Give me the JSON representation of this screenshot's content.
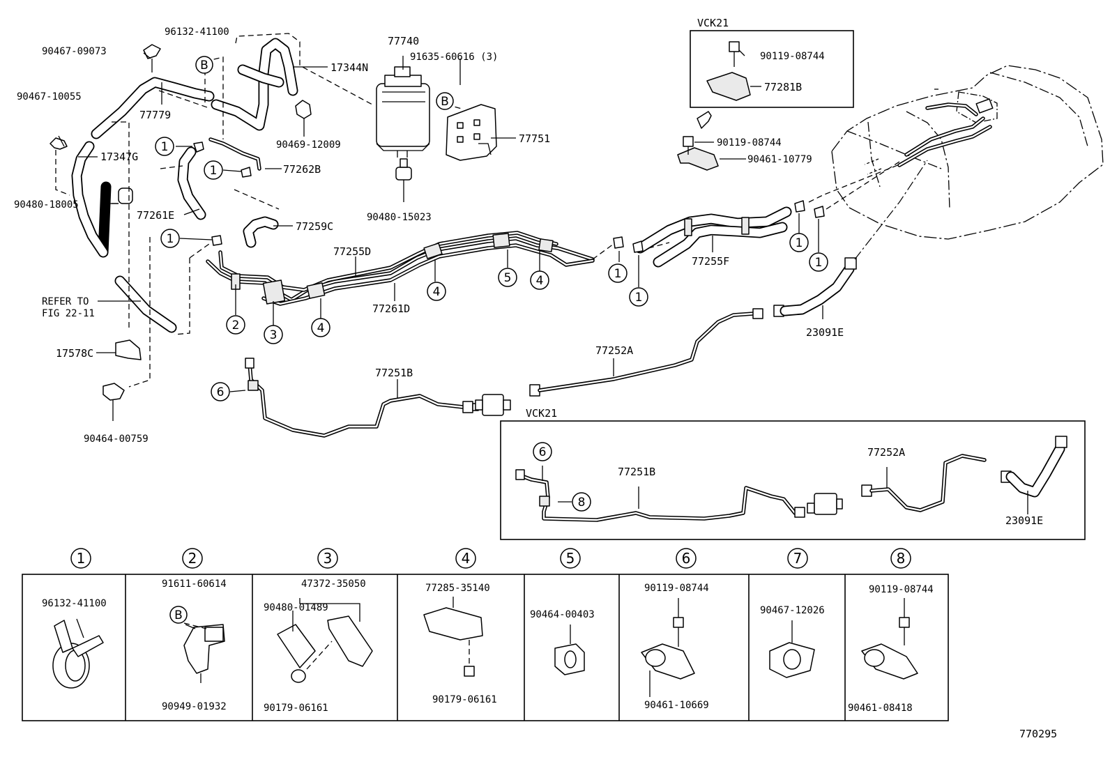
{
  "figure_number": "770295",
  "labels": {
    "p9613241100_top": "96132-41100",
    "p9046709073": "90467-09073",
    "p9046710055": "90467-10055",
    "p77779": "77779",
    "p17344N": "17344N",
    "p77740": "77740",
    "p9163560616": "91635-60616 (3)",
    "p9046912009": "90469-12009",
    "p77751": "77751",
    "p17347G": "17347G",
    "p77262B": "77262B",
    "p77261E": "77261E",
    "p9048015023": "90480-15023",
    "p77259C": "77259C",
    "p9048018005": "90480-18005",
    "p77255D": "77255D",
    "p77261D": "77261D",
    "refer_to_1": "REFER TO",
    "refer_to_2": "FIG 22-11",
    "p17578C": "17578C",
    "p9046400759": "90464-00759",
    "p77251B": "77251B",
    "p77252A": "77252A",
    "p23091E": "23091E",
    "p77255F": "77255F",
    "p9046110779": "90461-10779",
    "p9011908744_mid": "90119-08744",
    "vck21_top": "VCK21",
    "p9011908744_box": "90119-08744",
    "p77281B": "77281B",
    "vck21_mid": "VCK21",
    "p77251B_vck": "77251B",
    "p77252A_vck": "77252A",
    "p23091E_vck": "23091E"
  },
  "callout_marks": {
    "b": "B",
    "n1": "1",
    "n2": "2",
    "n3": "3",
    "n4": "4",
    "n5": "5",
    "n6": "6",
    "n7": "7",
    "n8": "8"
  },
  "detail_panels": [
    {
      "index": "1",
      "part_numbers": [
        "96132-41100"
      ]
    },
    {
      "index": "2",
      "part_numbers": [
        "91611-60614",
        "90949-01932"
      ]
    },
    {
      "index": "3",
      "part_numbers": [
        "47372-35050",
        "90480-01489",
        "90179-06161"
      ]
    },
    {
      "index": "4",
      "part_numbers": [
        "77285-35140",
        "90179-06161"
      ]
    },
    {
      "index": "5",
      "part_numbers": [
        "90464-00403"
      ]
    },
    {
      "index": "6",
      "part_numbers": [
        "90119-08744",
        "90461-10669"
      ]
    },
    {
      "index": "7",
      "part_numbers": [
        "90467-12026"
      ]
    },
    {
      "index": "8",
      "part_numbers": [
        "90119-08744",
        "90461-08418"
      ]
    }
  ]
}
